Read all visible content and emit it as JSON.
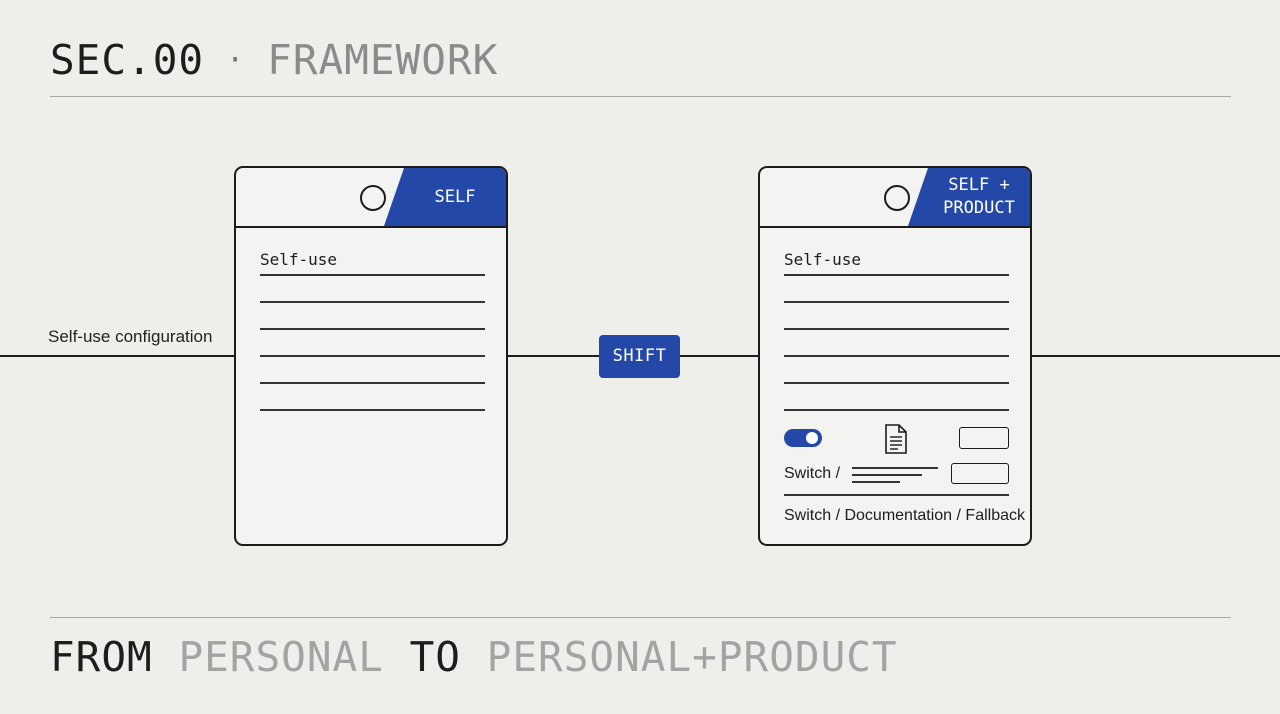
{
  "header": {
    "section": "SEC.00",
    "separator": "·",
    "title": "FRAMEWORK"
  },
  "footer": {
    "from": "FROM",
    "source": "PERSONAL",
    "to": "TO",
    "target": "PERSONAL+PRODUCT"
  },
  "flow": {
    "input_label": "Self-use configuration",
    "transition_label": "SHIFT"
  },
  "cards": {
    "left": {
      "tab_label": "SELF",
      "subtitle": "Self-use"
    },
    "right": {
      "tab_label": "SELF +\nPRODUCT",
      "subtitle": "Self-use",
      "toggle_state": "on",
      "row_label": "Switch /",
      "caption": "Switch / Documentation / Fallback"
    }
  },
  "colors": {
    "accent": "#2448a8",
    "background": "#eeeeeb",
    "ink": "#1b1b1b"
  },
  "icons": [
    "circle-icon",
    "toggle-icon",
    "document-icon"
  ]
}
